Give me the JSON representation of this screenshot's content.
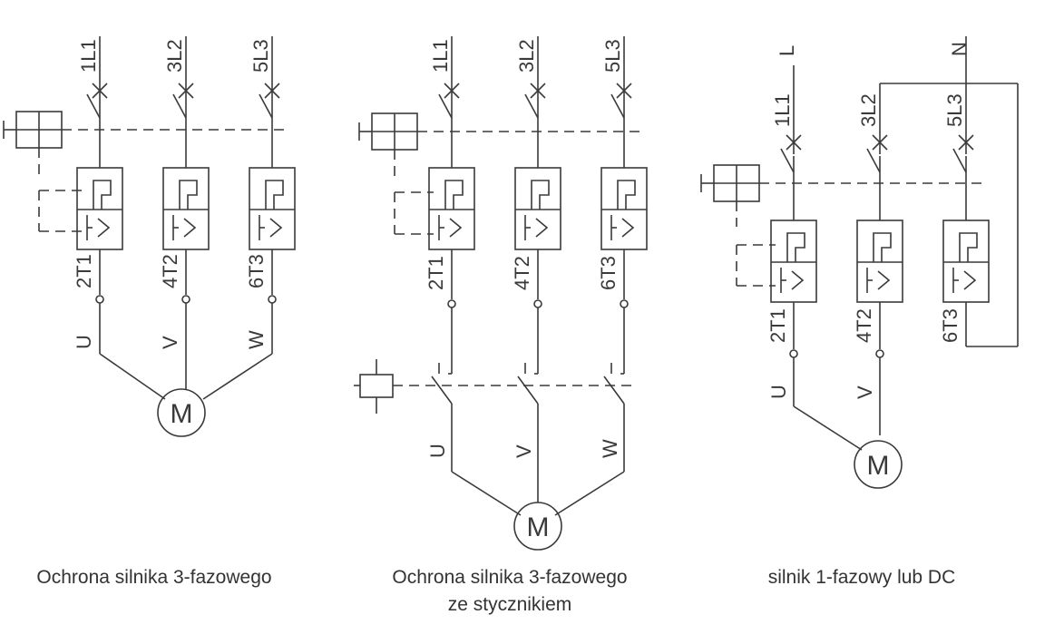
{
  "colors": {
    "line": "#3a3a3a",
    "text": "#333333",
    "background": "#ffffff"
  },
  "icons": [
    "motor-symbol",
    "handle-symbol",
    "coil-symbol"
  ],
  "diagrams": [
    {
      "id": "three-phase",
      "supply_labels": [
        "1L1",
        "3L2",
        "5L3"
      ],
      "output_labels": [
        "2T1",
        "4T2",
        "6T3"
      ],
      "motor_terminals": [
        "U",
        "V",
        "W"
      ],
      "motor_label": "M",
      "caption_lines": [
        "Ochrona silnika 3-fazowego"
      ]
    },
    {
      "id": "three-phase-contactor",
      "supply_labels": [
        "1L1",
        "3L2",
        "5L3"
      ],
      "output_labels": [
        "2T1",
        "4T2",
        "6T3"
      ],
      "motor_terminals": [
        "U",
        "V",
        "W"
      ],
      "motor_label": "M",
      "caption_lines": [
        "Ochrona silnika 3-fazowego",
        "ze stycznikiem"
      ]
    },
    {
      "id": "single-phase-dc",
      "top_labels": [
        "L",
        "N"
      ],
      "supply_labels": [
        "1L1",
        "3L2",
        "5L3"
      ],
      "output_labels": [
        "2T1",
        "4T2",
        "6T3"
      ],
      "motor_terminals": [
        "U",
        "V"
      ],
      "motor_label": "M",
      "caption_lines": [
        "silnik 1-fazowy lub DC"
      ]
    }
  ]
}
